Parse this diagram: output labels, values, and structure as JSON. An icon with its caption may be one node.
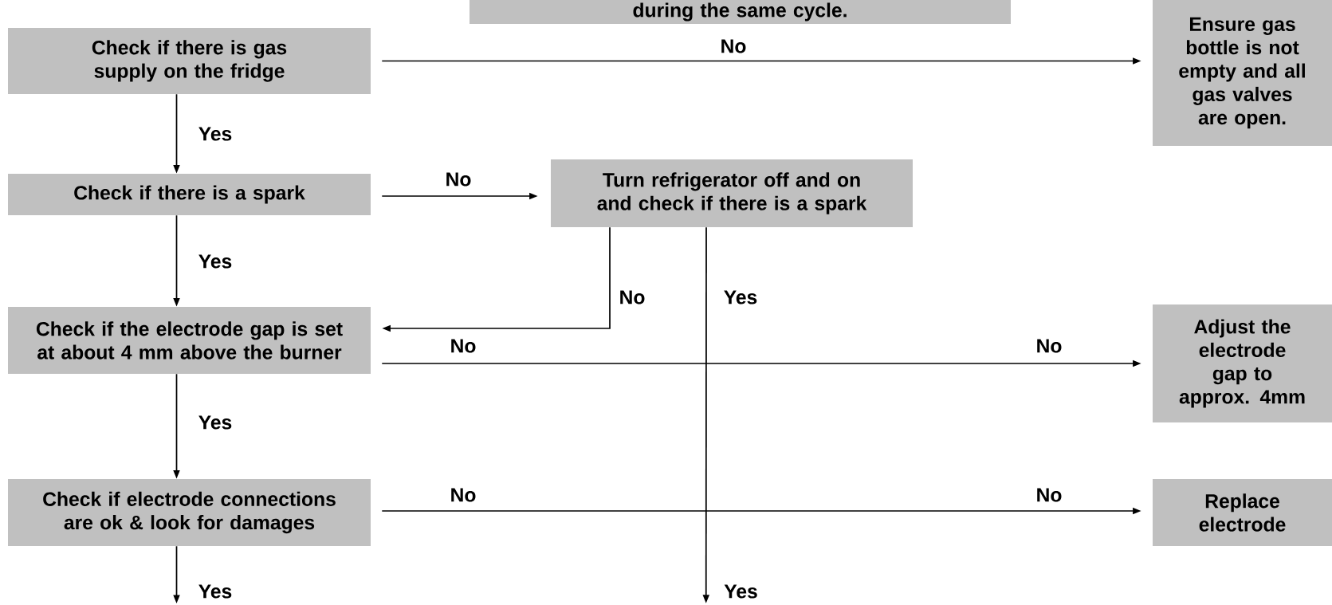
{
  "diagram": {
    "nodes": [
      {
        "text": [
          "during the same cycle."
        ]
      },
      {
        "text": [
          "Check if there is gas supply on the fridge"
        ]
      },
      {
        "text": [
          "Ensure gas bottle is not empty and all gas valves are open."
        ]
      },
      {
        "text": [
          "Check if there is a spark"
        ]
      },
      {
        "text": [
          "Turn refrigerator off and on and check if there is a spark"
        ]
      },
      {
        "text": [
          "Check if the electrode gap is set at about 4 mm above the burner"
        ]
      },
      {
        "text": [
          "Adjust the electrode gap to approx. 4mm"
        ]
      },
      {
        "text": [
          "Check if electrode connections are ok & look for damages"
        ]
      },
      {
        "text": [
          "Replace electrode"
        ]
      },
      {
        "text": [
          "Yes"
        ]
      }
    ],
    "edges": [
      {
        "from": 1,
        "to": 2,
        "arrow": "to",
        "label": "No"
      },
      {
        "from": 1,
        "to": 3,
        "arrow": "to",
        "label": "Yes"
      },
      {
        "from": 3,
        "to": 4,
        "arrow": "to",
        "label": "No"
      },
      {
        "from": 3,
        "to": 5,
        "arrow": "to",
        "label": "Yes"
      },
      {
        "from": 4,
        "to": 5,
        "arrow": "to",
        "label": "No"
      },
      {
        "from": 4,
        "to": 9,
        "arrow": "to",
        "label": "Yes"
      },
      {
        "from": 5,
        "to": 6,
        "arrow": "to",
        "label": "No"
      },
      {
        "from": 5,
        "to": 7,
        "arrow": "to",
        "label": "Yes"
      },
      {
        "from": 7,
        "to": 8,
        "arrow": "to",
        "label": "No"
      },
      {
        "from": 7,
        "to": null,
        "arrow": "to",
        "label": "Yes"
      }
    ],
    "labels": [
      "No",
      "No"
    ]
  }
}
